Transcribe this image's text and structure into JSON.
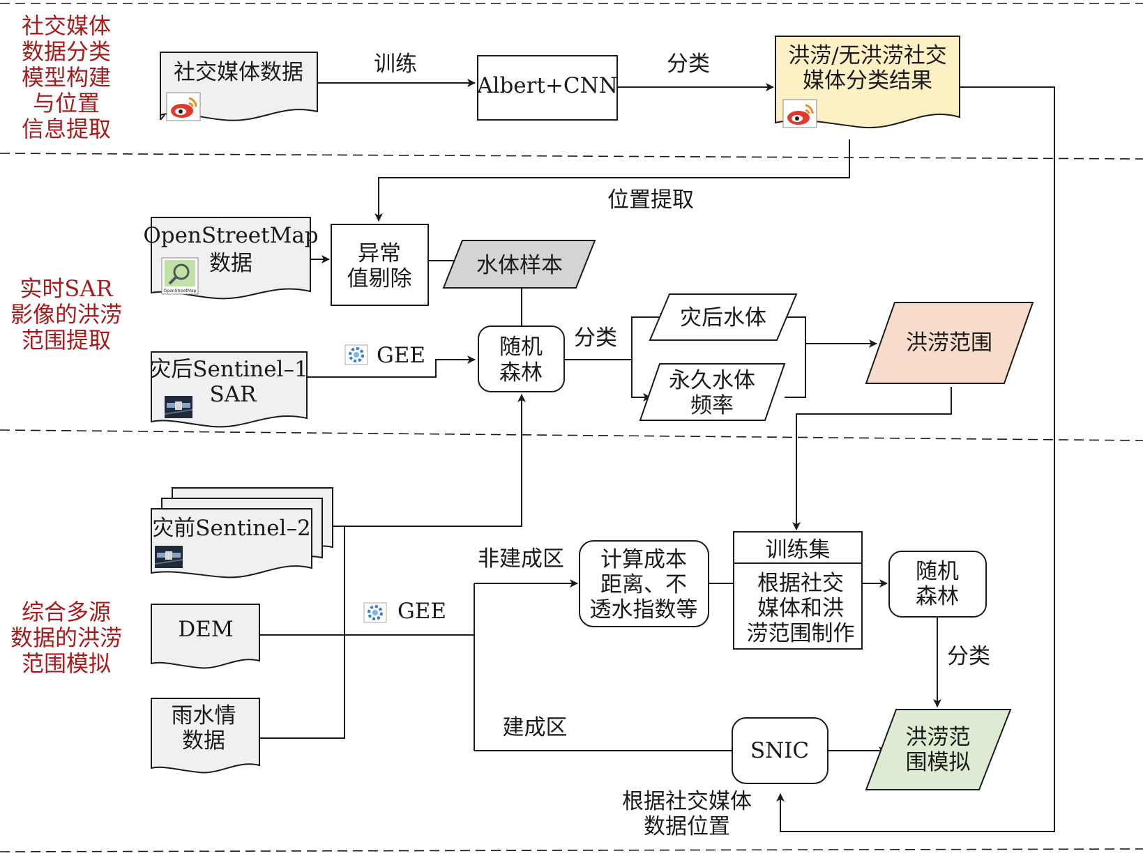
{
  "sections": [
    {
      "lines": [
        "社交媒体",
        "数据分类",
        "模型构建",
        "与位置",
        "信息提取"
      ]
    },
    {
      "lines": [
        "实时SAR",
        "影像的洪涝",
        "范围提取"
      ]
    },
    {
      "lines": [
        "综合多源",
        "数据的洪涝",
        "范围模拟"
      ]
    }
  ],
  "nodes": {
    "social_data": "社交媒体数据",
    "albert_cnn": "Albert+CNN",
    "flood_result": [
      "洪涝/无洪涝社交",
      "媒体分类结果"
    ],
    "osm": [
      "OpenStreetMap",
      "数据"
    ],
    "outlier": [
      "异常",
      "值剔除"
    ],
    "water_sample": "水体样本",
    "sentinel1": [
      "灾后Sentinel–1",
      "SAR"
    ],
    "rf1": [
      "随机",
      "森林"
    ],
    "post_water": "灾后水体",
    "perm_water": [
      "永久水体",
      "频率"
    ],
    "flood_extent": "洪涝范围",
    "sentinel2": "灾前Sentinel–2",
    "dem": "DEM",
    "rain": [
      "雨水情",
      "数据"
    ],
    "cost": [
      "计算成本",
      "距离、不",
      "透水指数等"
    ],
    "train_title": "训练集",
    "train_body": [
      "根据社交",
      "媒体和洪",
      "涝范围制作"
    ],
    "rf2": [
      "随机",
      "森林"
    ],
    "snic": "SNIC",
    "flood_sim": [
      "洪涝范",
      "围模拟"
    ]
  },
  "edge_labels": {
    "train": "训练",
    "classify1": "分类",
    "location": "位置提取",
    "gee1": "GEE",
    "classify2": "分类",
    "gee2": "GEE",
    "non_built": "非建成区",
    "built": "建成区",
    "classify3": "分类",
    "by_location": [
      "根据社交媒体",
      "数据位置"
    ]
  },
  "colors": {
    "doc_fill": "#f0f0f0",
    "result_fill": "#fdf0c4",
    "extent_fill": "#f8dccb",
    "sim_fill": "#dcebd2",
    "sample_fill": "#d4d4d4",
    "section_text": "#a51c1c",
    "weibo_red": "#e03a2f"
  },
  "icons": {
    "weibo": "weibo-icon",
    "osm": "openstreetmap-icon",
    "satellite": "satellite-icon",
    "gee": "gee-gear-icon"
  },
  "icon_text": {
    "osm_caption": "OpenStreetMap"
  }
}
